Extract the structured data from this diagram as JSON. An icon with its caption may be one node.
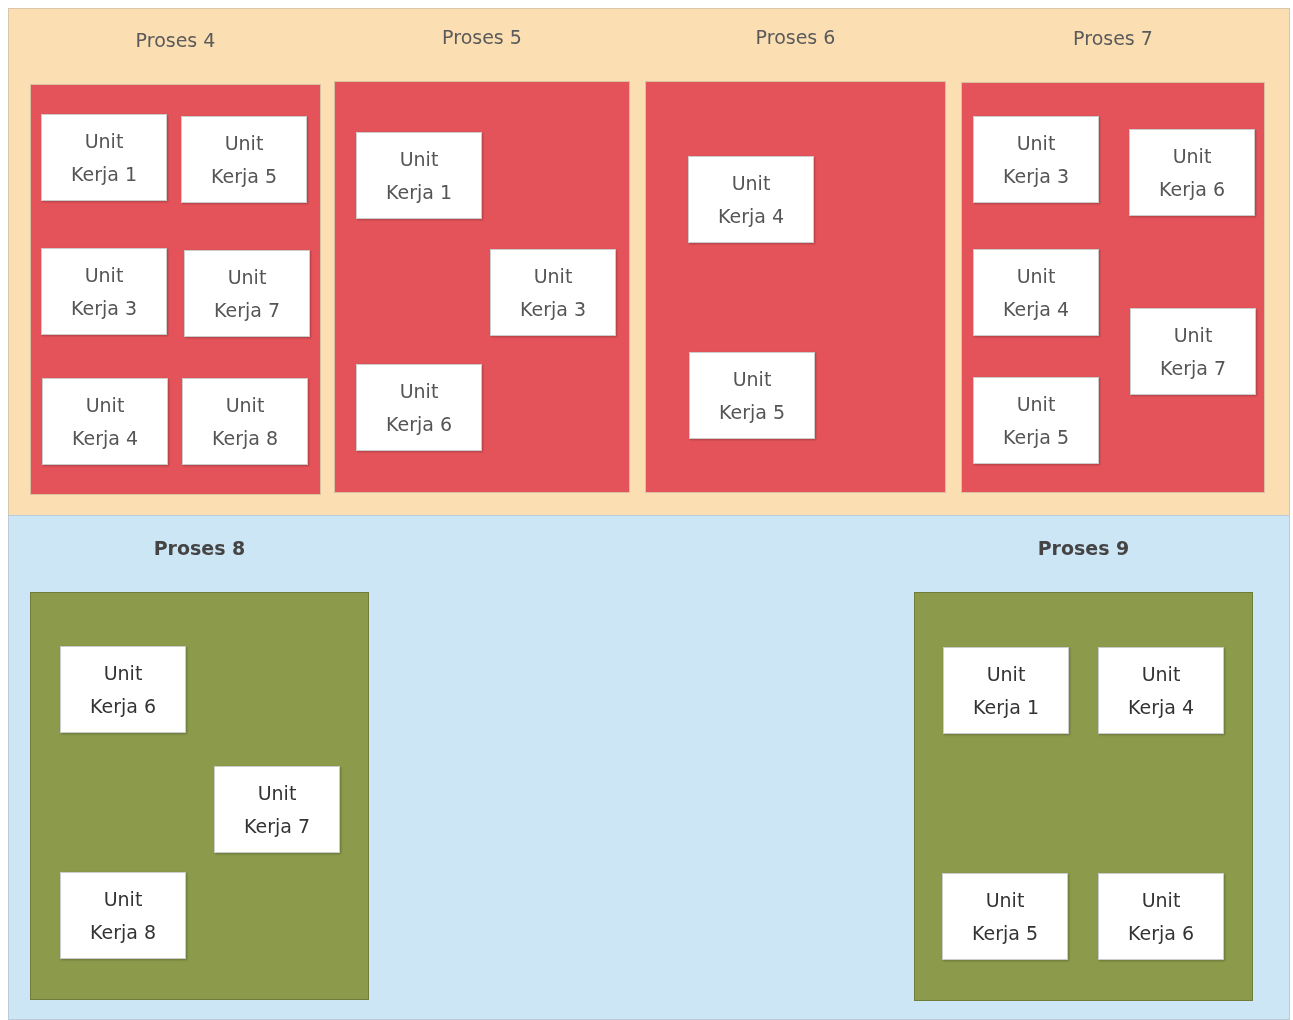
{
  "diagram": {
    "nodes": [
      {
        "text": [
          "Proses 4"
        ]
      },
      {
        "text": [
          "Unit Kerja 1"
        ],
        "in": 0
      },
      {
        "text": [
          "Unit Kerja 5"
        ],
        "in": 0
      },
      {
        "text": [
          "Unit Kerja 3"
        ],
        "in": 0
      },
      {
        "text": [
          "Unit Kerja 7"
        ],
        "in": 0
      },
      {
        "text": [
          "Unit Kerja 4"
        ],
        "in": 0
      },
      {
        "text": [
          "Unit Kerja 8"
        ],
        "in": 0
      },
      {
        "text": [
          "Proses 5"
        ]
      },
      {
        "text": [
          "Unit Kerja 1"
        ],
        "in": 7
      },
      {
        "text": [
          "Unit Kerja 3"
        ],
        "in": 7
      },
      {
        "text": [
          "Unit Kerja 6"
        ],
        "in": 7
      },
      {
        "text": [
          "Proses 6"
        ]
      },
      {
        "text": [
          "Unit Kerja 4"
        ],
        "in": 11
      },
      {
        "text": [
          "Unit Kerja 5"
        ],
        "in": 11
      },
      {
        "text": [
          "Proses 7"
        ]
      },
      {
        "text": [
          "Unit Kerja 3"
        ],
        "in": 14
      },
      {
        "text": [
          "Unit Kerja 6"
        ],
        "in": 14
      },
      {
        "text": [
          "Unit Kerja 4"
        ],
        "in": 14
      },
      {
        "text": [
          "Unit Kerja 7"
        ],
        "in": 14
      },
      {
        "text": [
          "Unit Kerja 5"
        ],
        "in": 14
      },
      {
        "text": [
          "Proses 8"
        ]
      },
      {
        "text": [
          "Unit Kerja 6"
        ],
        "in": 20
      },
      {
        "text": [
          "Unit Kerja 7"
        ],
        "in": 20
      },
      {
        "text": [
          "Unit Kerja 8"
        ],
        "in": 20
      },
      {
        "text": [
          "Proses 9"
        ]
      },
      {
        "text": [
          "Unit Kerja 1"
        ],
        "in": 24
      },
      {
        "text": [
          "Unit Kerja 4"
        ],
        "in": 24
      },
      {
        "text": [
          "Unit Kerja 5"
        ],
        "in": 24
      },
      {
        "text": [
          "Unit Kerja 6"
        ],
        "in": 24
      }
    ]
  }
}
